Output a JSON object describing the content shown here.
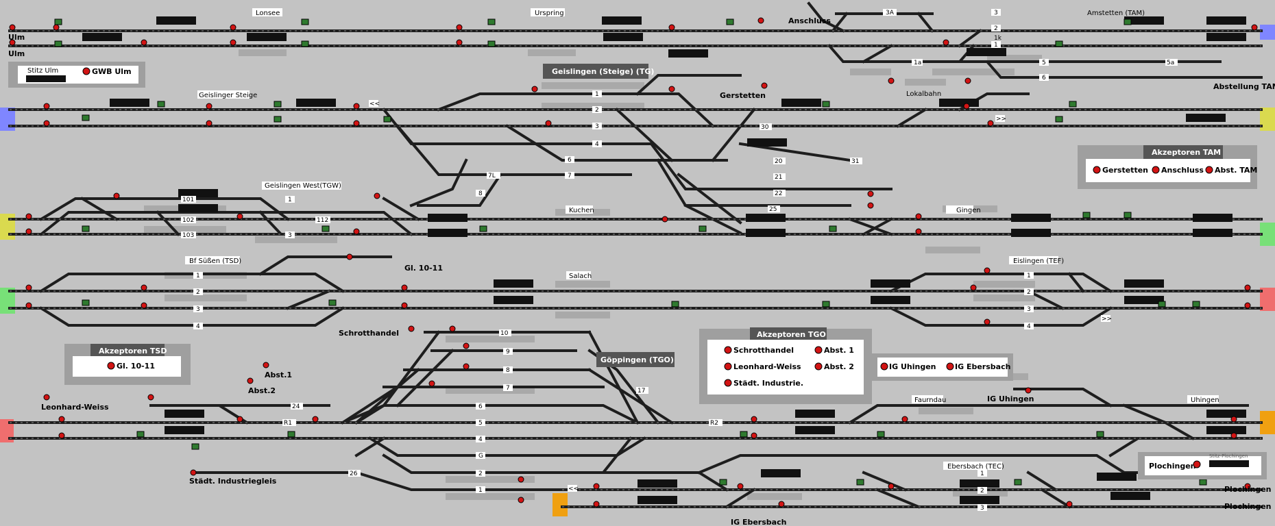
{
  "colors": {
    "background": "#c3c3c3",
    "track": "#1e1e1e",
    "signal_red": "#d21414",
    "signal_green": "#2f7a2f",
    "boundary_blue": "#7f86ff",
    "boundary_yellow": "#dada4f",
    "boundary_green": "#78e078",
    "boundary_red": "#ef6e6e",
    "boundary_orange": "#f0a011",
    "panel_header": "#555555"
  },
  "stations": {
    "ulm_top": "Ulm",
    "ulm_bottom": "Ulm",
    "lonsee": "Lonsee",
    "urspring": "Urspring",
    "anschluss": "Anschluss",
    "amstetten": "Amstetten (TAM)",
    "abstellung_tam": "Abstellung TAM",
    "geislinger_steige": "Geislinger Steige",
    "geislingen_tg": "Geislingen (Steige) (TG)",
    "gerstetten": "Gerstetten",
    "lokalbahn": "Lokalbahn",
    "geislingen_west": "Geislingen West(TGW)",
    "kuchen": "Kuchen",
    "gingen": "Gingen",
    "bf_suessen": "Bf Süßen (TSD)",
    "gl_10_11": "Gl. 10-11",
    "salach": "Salach",
    "eislingen": "Eislingen (TEF)",
    "schrotthandel": "Schrotthandel",
    "goeppingen": "Göppingen (TGO)",
    "abst1": "Abst.1",
    "abst2": "Abst.2",
    "leonhard_weiss": "Leonhard-Weiss",
    "faurndau": "Faurndau",
    "ig_uhingen": "IG Uhingen",
    "uhingen": "Uhingen",
    "staedt_industriegleis": "Städt. Industriegleis",
    "ebersbach": "Ebersbach (TEC)",
    "ig_ebersbach": "IG Ebersbach",
    "plochingen_a": "Plochingen",
    "plochingen_b": "Plochingen",
    "plochingen_c": "Plochingen"
  },
  "panels": {
    "stitz_ulm": {
      "label": "Stitz Ulm",
      "gwb": "GWB Ulm"
    },
    "tam": {
      "title": "Akzeptoren TAM",
      "items": [
        "Gerstetten",
        "Anschluss",
        "Abst. TAM"
      ]
    },
    "tsd": {
      "title": "Akzeptoren TSD",
      "items": [
        "Gl. 10-11"
      ]
    },
    "tgo": {
      "title": "Akzeptoren TGO",
      "items": [
        "Schrotthandel",
        "Abst. 1",
        "Leonhard-Weiss",
        "Abst. 2",
        "Städt. Industrie."
      ]
    },
    "ig": {
      "items": [
        "IG Uhingen",
        "IG Ebersbach"
      ]
    },
    "plochingen": {
      "label": "Plochingen",
      "small": "Stitz-Plochingen"
    }
  },
  "track_labels": {
    "t3a": "3A",
    "t3": "3",
    "t2": "2",
    "t1k": "1k",
    "t1": "1",
    "t1a": "1a",
    "t5": "5",
    "t5a": "5a",
    "t6": "6",
    "tg1": "1",
    "tg2": "2",
    "tg3": "3",
    "tg4": "4",
    "tg6": "6",
    "tg7": "7",
    "tg7l": "7L",
    "tg8": "8",
    "tg20": "20",
    "tg21": "21",
    "tg22": "22",
    "tg25": "25",
    "tg30": "30",
    "tg31": "31",
    "w101": "101",
    "w102": "102",
    "w103": "103",
    "w112": "112",
    "w1": "1",
    "w3": "3",
    "s1": "1",
    "s2": "2",
    "s3": "3",
    "s4": "4",
    "e1": "1",
    "e2": "2",
    "e3": "3",
    "e4": "4",
    "g10": "10",
    "g9": "9",
    "g8": "8",
    "g7": "7",
    "g17": "17",
    "g24": "24",
    "gR1": "R1",
    "gR2": "R2",
    "g6": "6",
    "g5": "5",
    "g4": "4",
    "gG": "G",
    "g2": "2",
    "g1": "1",
    "g26": "26",
    "p1": "1",
    "p2": "2",
    "p3": "3",
    "chev_l": "<<",
    "chev_r": ">>"
  }
}
